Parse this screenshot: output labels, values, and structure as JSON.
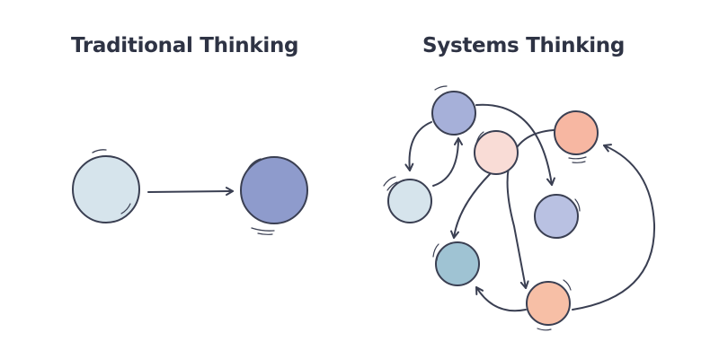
{
  "panels": {
    "traditional": {
      "title": "Traditional Thinking",
      "nodes": [
        {
          "id": "cause",
          "color": "#d6e4ec"
        },
        {
          "id": "effect",
          "color": "#8e9bcc"
        }
      ]
    },
    "systems": {
      "title": "Systems Thinking",
      "nodes": [
        {
          "id": "n1",
          "color": "#a6b0d9"
        },
        {
          "id": "n2",
          "color": "#f9dcd6"
        },
        {
          "id": "n3",
          "color": "#f7b7a2"
        },
        {
          "id": "n4",
          "color": "#d6e4ec"
        },
        {
          "id": "n5",
          "color": "#b9c1e2"
        },
        {
          "id": "n6",
          "color": "#9fc3d3"
        },
        {
          "id": "n7",
          "color": "#f7bfa6"
        }
      ]
    }
  },
  "colors": {
    "outline": "#3a3f52",
    "title": "#2e3344",
    "background": "#ffffff"
  }
}
